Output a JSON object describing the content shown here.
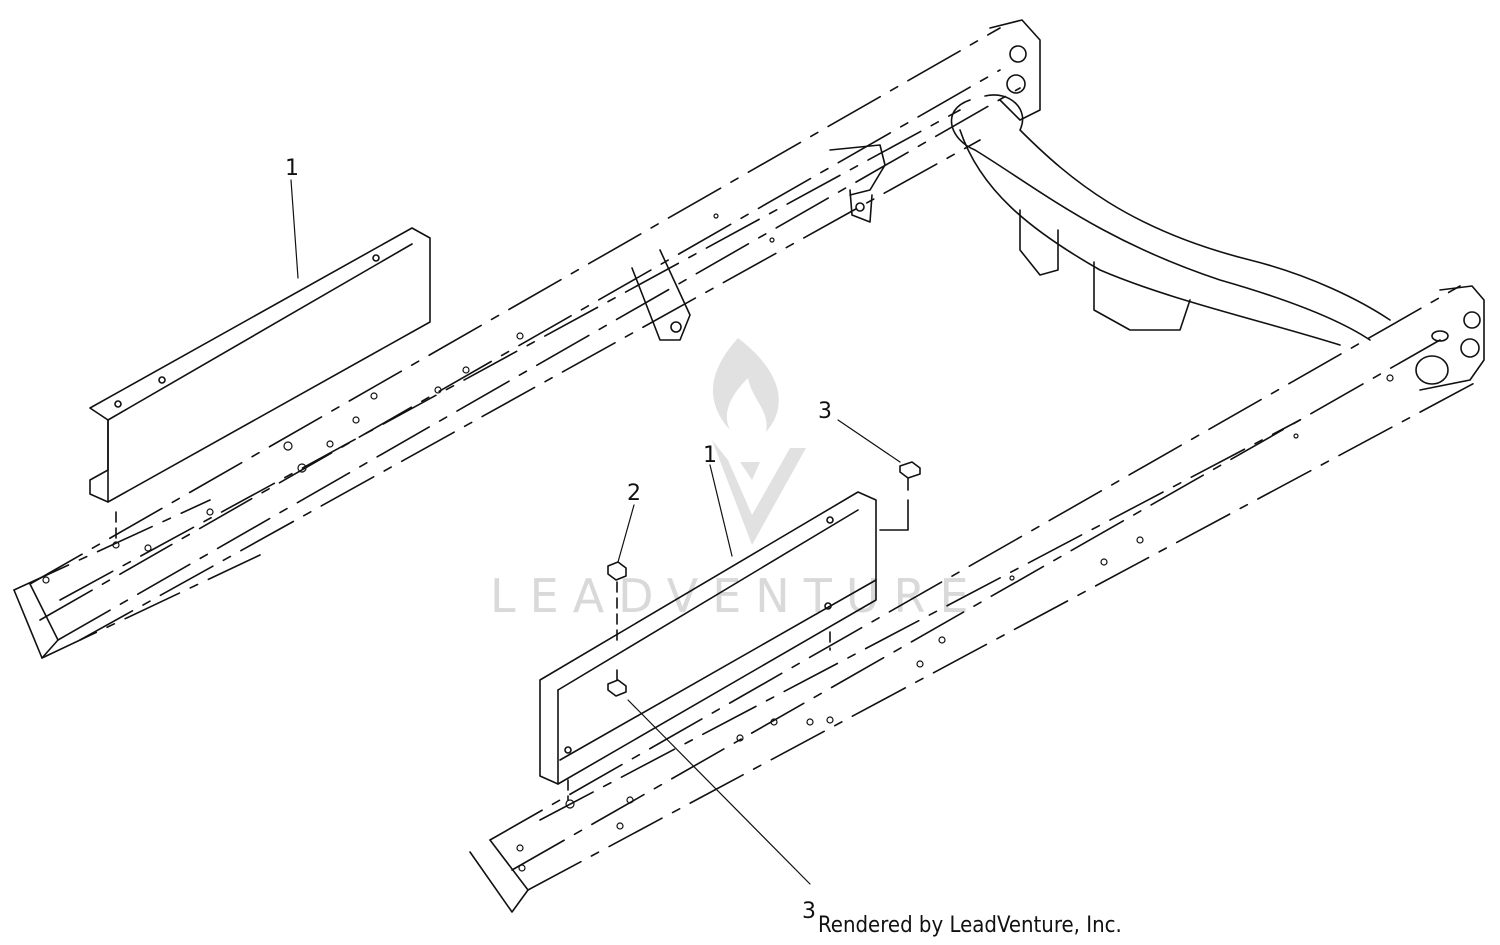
{
  "callouts": {
    "rail_left_label": "1",
    "rail_right_label": "1",
    "nut_label": "2",
    "bolt_top_label": "3",
    "bolt_bottom_label": "3"
  },
  "watermark": {
    "text": "LEADVENTURE"
  },
  "footer": {
    "credit": "Rendered by LeadVenture, Inc."
  },
  "colors": {
    "line": "#111111",
    "watermark": "#d9d9d9",
    "background": "#ffffff"
  },
  "icons": {
    "watermark_logo": "flame-v-logo"
  }
}
